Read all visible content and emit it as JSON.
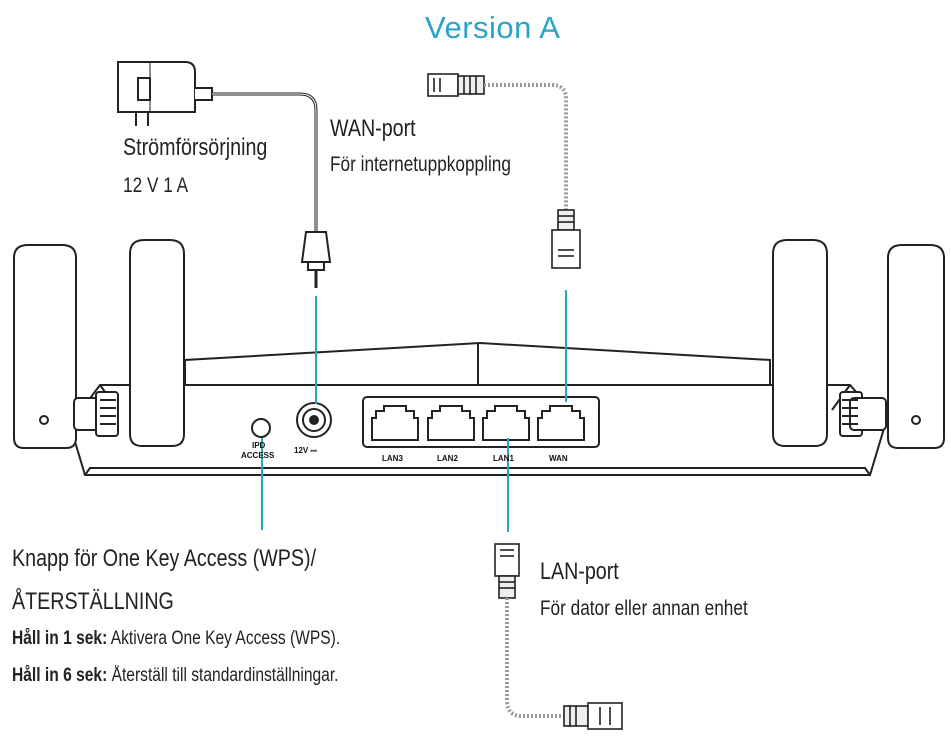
{
  "title": "Version A",
  "power": {
    "label": "Strömförsörjning",
    "spec": "12 V 1 A"
  },
  "wan": {
    "label": "WAN-port",
    "desc": "För internetuppkoppling"
  },
  "wps": {
    "label_line1": "Knapp för One Key Access (WPS)/",
    "label_line2": "ÅTERSTÄLLNING",
    "hold1_bold": "Håll in 1 sek:",
    "hold1_text": " Aktivera One Key Access (WPS).",
    "hold6_bold": "Håll in 6 sek:",
    "hold6_text": " Återställ till standardinställningar."
  },
  "lan": {
    "label": "LAN-port",
    "desc": "För dator eller annan enhet"
  },
  "router_labels": {
    "access_line1": "IPD",
    "access_line2": "ACCESS",
    "power_port": "12V ⎓",
    "ports": [
      "LAN3",
      "LAN2",
      "LAN1",
      "WAN"
    ]
  },
  "colors": {
    "accent": "#2aa3c9",
    "line": "#222222",
    "leader": "#2aa3c9"
  }
}
